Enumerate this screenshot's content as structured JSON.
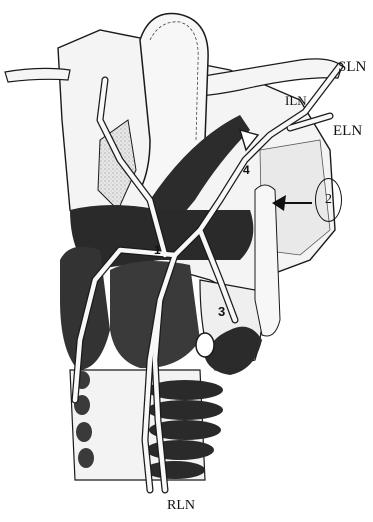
{
  "labels": {
    "sln": "SLN",
    "iln": "ILN",
    "eln": "ELN",
    "rln": "RLN"
  },
  "markers": {
    "one": "1",
    "three": "3",
    "four": "4",
    "two_circled": "2"
  },
  "colors": {
    "cartilage": "#f2f2f2",
    "muscle_dark": "#2a2a2a",
    "muscle_mid": "#5a5a5a",
    "nerve": "#f7f7f7",
    "outline": "#1a1a1a",
    "shade": "#c8c8c8"
  }
}
